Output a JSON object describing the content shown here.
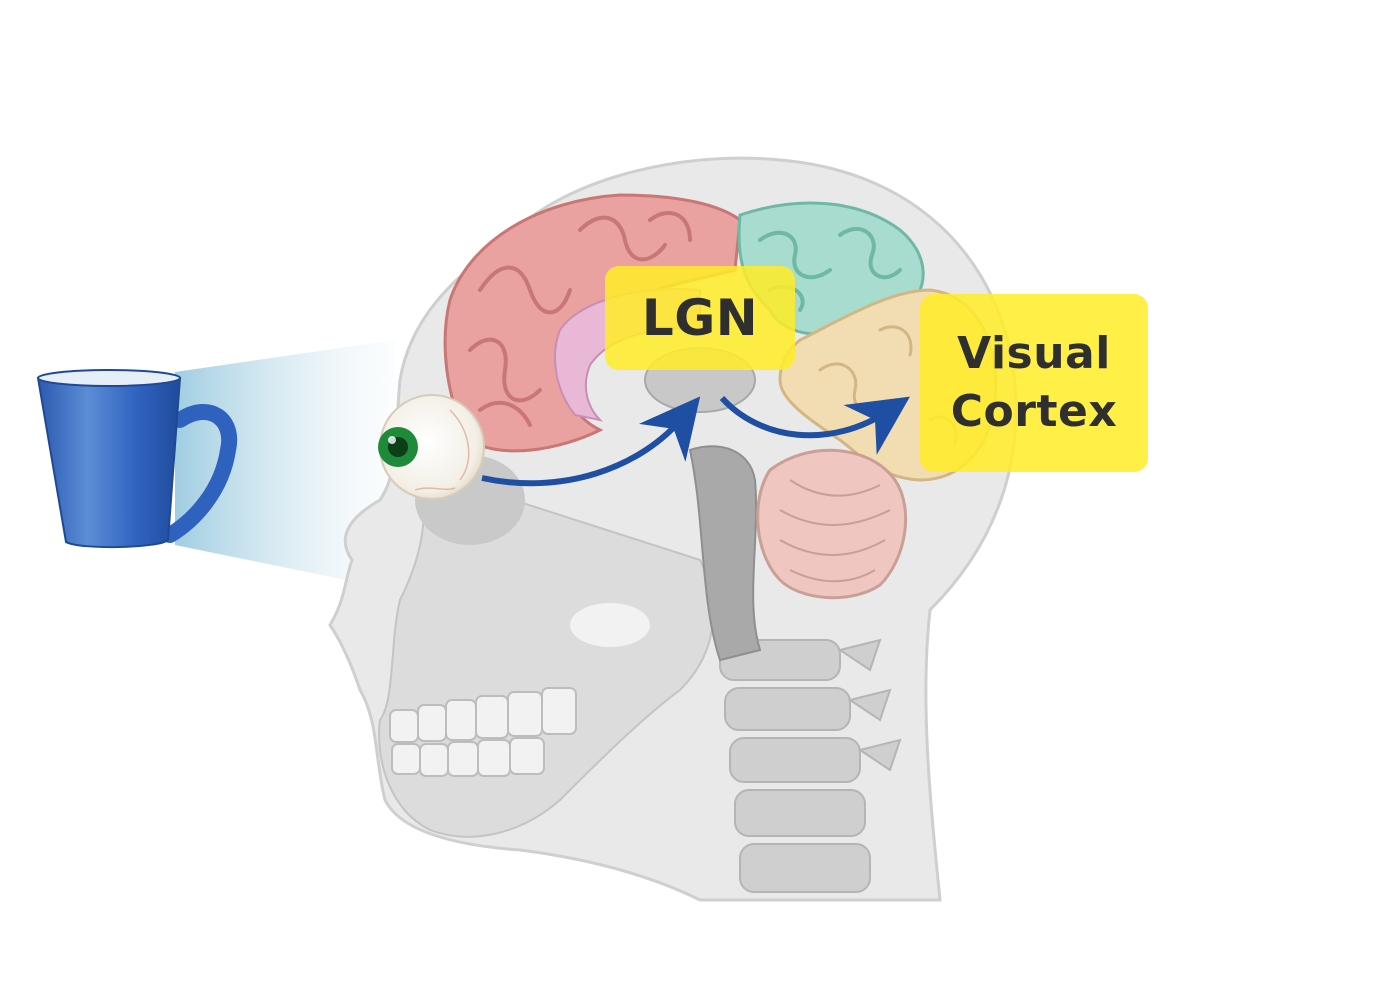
{
  "labels": {
    "lgn": "LGN",
    "visual_cortex_line1": "Visual",
    "visual_cortex_line2": "Cortex"
  },
  "colors": {
    "highlight": "#ffec28",
    "arrow": "#1f4fa3",
    "mug": "#2e5fb8",
    "frontal_lobe": "#e9a2a0",
    "parietal_lobe": "#a8dccf",
    "occipital_lobe": "#f2dcb2",
    "cerebellum": "#efc7c0",
    "eye_iris": "#1f8a3a"
  },
  "icons": [
    "mug-icon",
    "eye-icon",
    "head-skull-illustration"
  ]
}
